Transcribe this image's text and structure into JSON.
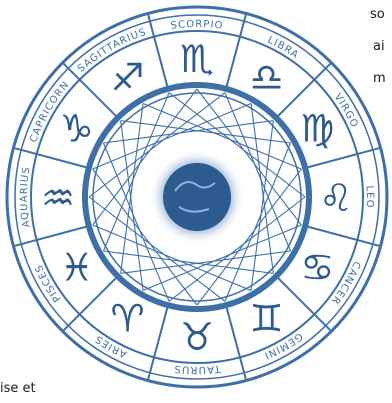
{
  "colors": {
    "ring": "#3d6fa8",
    "ring_dark": "#2d5a8f",
    "text": "#1a1a1a"
  },
  "wheel": {
    "signs": [
      {
        "label": "CAPRICORN",
        "symbol": "capricorn-symbol-icon",
        "glyph": "♑"
      },
      {
        "label": "SAGITTARIUS",
        "symbol": "sagittarius-symbol-icon",
        "glyph": "♐"
      },
      {
        "label": "SCORPIO",
        "symbol": "scorpio-symbol-icon",
        "glyph": "♏"
      },
      {
        "label": "LIBRA",
        "symbol": "libra-symbol-icon",
        "glyph": "♎"
      },
      {
        "label": "VIRGO",
        "symbol": "virgo-symbol-icon",
        "glyph": "♍"
      },
      {
        "label": "LEO",
        "symbol": "leo-symbol-icon",
        "glyph": "♌"
      },
      {
        "label": "CANCER",
        "symbol": "cancer-symbol-icon",
        "glyph": "♋"
      },
      {
        "label": "GEMINI",
        "symbol": "gemini-symbol-icon",
        "glyph": "♊"
      },
      {
        "label": "TAURUS",
        "symbol": "taurus-symbol-icon",
        "glyph": "♉"
      },
      {
        "label": "ARIES",
        "symbol": "aries-symbol-icon",
        "glyph": "♈"
      },
      {
        "label": "PISCES",
        "symbol": "pisces-symbol-icon",
        "glyph": "♓"
      },
      {
        "label": "AQUARIUS",
        "symbol": "aquarius-symbol-icon",
        "glyph": "♒"
      }
    ]
  },
  "text_fragments": {
    "frag_so": "so",
    "frag_ai": "ai",
    "frag_m": "m",
    "frag_ise_et": "ise et"
  }
}
